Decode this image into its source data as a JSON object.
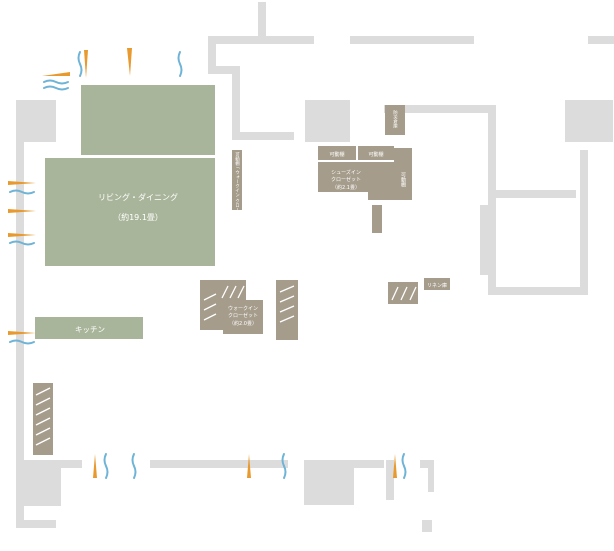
{
  "colors": {
    "wall": "#dcdcdc",
    "room_green": "#a9b59a",
    "storage": "#a59c8b",
    "airflow_orange": "#e89a2e",
    "airflow_blue": "#6fb4d6"
  },
  "rooms": {
    "living_dining": {
      "name": "リビング・ダイニング",
      "area": "（約19.1畳）"
    },
    "kitchen": {
      "name": "キッチン"
    },
    "shoes_closet": {
      "name": "シューズイン\nクローゼット",
      "area": "（約2.1畳）"
    },
    "walkin_closet": {
      "name": "ウォークイン\nクローゼット",
      "area": "（約2.0畳）"
    }
  },
  "storage_labels": {
    "movable_shelf_1": "可動棚",
    "movable_shelf_2": "可動棚",
    "movable_shelf_3": "可動棚",
    "disaster_storage": "防災倉庫",
    "linen": "リネン庫",
    "storage_vertical": "可動棚 / ウォークイン クローゼット"
  },
  "icons": {
    "airflow": "airflow-arrow-icon",
    "ventilation": "ventilation-wave-icon"
  }
}
